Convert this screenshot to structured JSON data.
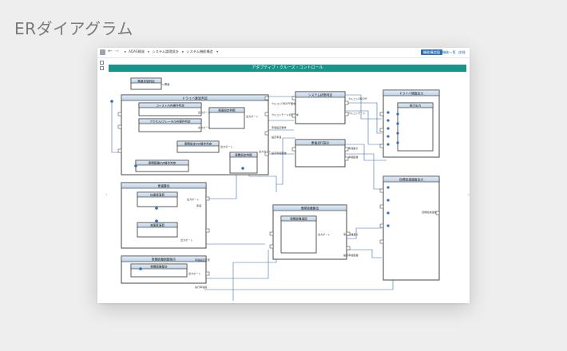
{
  "page": {
    "title": "ERダイアグラム"
  },
  "toolbar": {
    "breadcrumbs": [
      "ADAS開発",
      "システム論理設計",
      "システム機能構造"
    ],
    "primary_button": "機能構造図",
    "link_1": "機能一覧",
    "link_2": "詳細"
  },
  "diagram": {
    "title": "アダプティブ・クルーズ・コントロール",
    "blocks": {
      "vehicle_state": "車速状態判定",
      "drive_intent": "ドライバ意思判定",
      "coast": "コースト/SW操作判定",
      "accel": "アクセル/ブレーキ/SW操作判定",
      "speed_set": "車速設定判断",
      "setting_sw": "車間設定SW操作判定",
      "dist_sw": "車間距離SW操作判定",
      "dist_set": "車間設定判断",
      "system_state": "システム状態判定",
      "target_speed": "車速走行指示",
      "speed_calc": "車速算出",
      "accel_calc": "加速度演算",
      "decel_calc": "減速度演算",
      "dist_ctrl": "車間距離制御指示",
      "dist_rel": "車間距離整合",
      "dist_calc": "車間距離算出",
      "dist_comp": "車間距離演算",
      "driver_display": "ドライバ情報出力",
      "display_out": "表示出力",
      "target_out": "目標加減速度出力"
    },
    "labels": {
      "out": "出力ポート",
      "speed": "車速",
      "cruise_onoff": "クルコンON/OFF",
      "cruise_onoff_req": "クルコンON/OFF要求",
      "cruise_mode": "クルコンモード",
      "cruise_mode_req": "クルコンモード切替要求",
      "dist_setting_req": "車間設定要求",
      "set_speed": "設定車速",
      "vehicle_speed": "車速差分",
      "target_accel": "目標加減速度",
      "gap_set_value": "設定車間距離",
      "vehicle_gap": "車間距離",
      "dist_diff": "車間距離差分",
      "dist_set_change": "車間設定変更",
      "relative_speed": "先行車速度",
      "sw_port": "SW操作"
    }
  },
  "colors": {
    "banner": "#17958a",
    "accent": "#2f6fb6",
    "wire": "#3b6fb0",
    "header": "#c6d8ea"
  }
}
